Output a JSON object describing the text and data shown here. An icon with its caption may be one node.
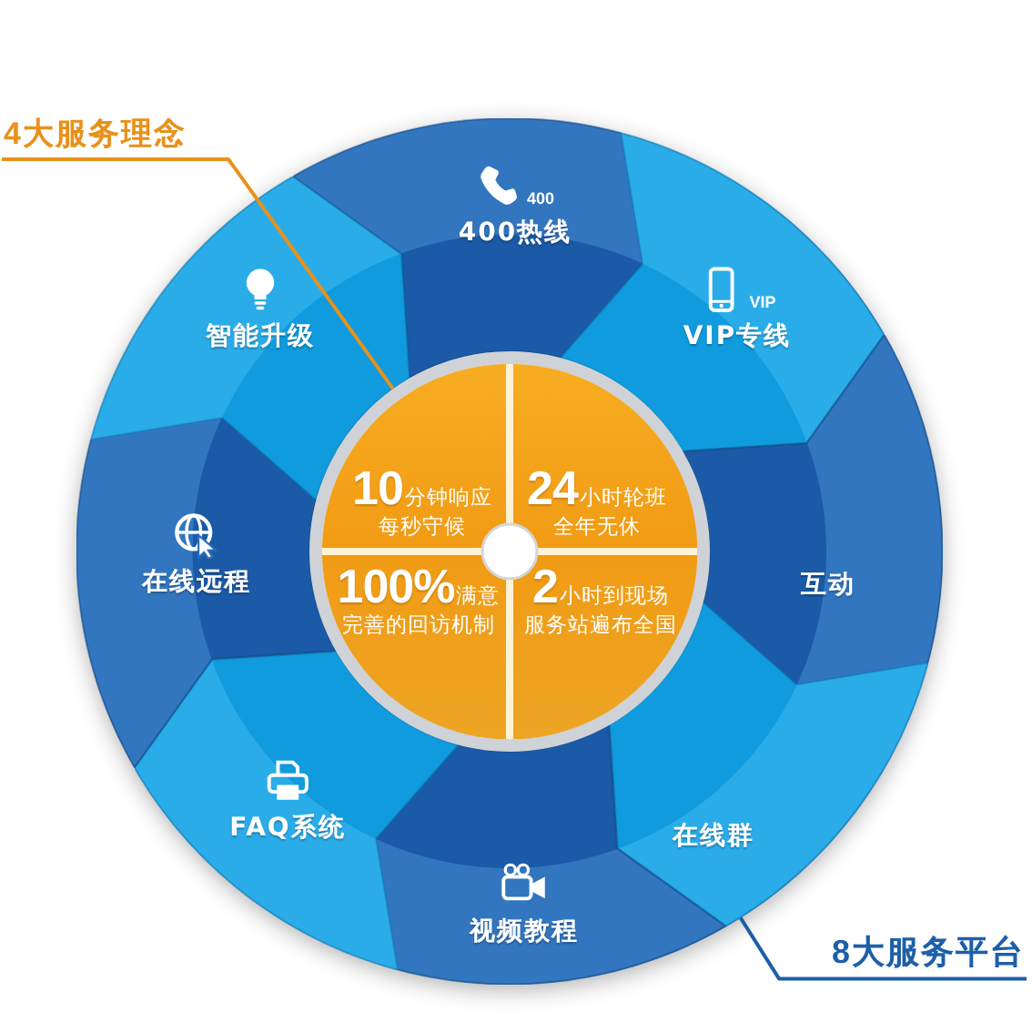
{
  "diagram": {
    "nodes": [
      {
        "text": [
          "4大服务理念"
        ]
      },
      {
        "text": [],
        "shape": "circle"
      },
      {
        "text": [
          "400",
          "400热线"
        ],
        "in": 1
      },
      {
        "text": [
          "VIP",
          "VIP专线"
        ],
        "in": 1
      },
      {
        "text": [
          "互动"
        ],
        "in": 1
      },
      {
        "text": [
          "在线群"
        ],
        "in": 1
      },
      {
        "text": [
          "视频教程"
        ],
        "in": 1
      },
      {
        "text": [
          "FAQ系统"
        ],
        "in": 1
      },
      {
        "text": [
          "在线远程"
        ],
        "in": 1
      },
      {
        "text": [
          "智能升级"
        ],
        "in": 1
      },
      {
        "text": [],
        "shape": "circle",
        "in": 1
      },
      {
        "text": [
          "10",
          "分钟响应",
          "每秒守候"
        ],
        "in": 10
      },
      {
        "text": [
          "24",
          "小时轮班",
          "全年无休"
        ],
        "in": 10
      },
      {
        "text": [
          "100%",
          "满意",
          "完善的回访机制"
        ],
        "in": 10
      },
      {
        "text": [
          "2",
          "小时到现场",
          "服务站遍布全国"
        ],
        "in": 10
      },
      {
        "text": [
          "8大服务平台"
        ]
      }
    ],
    "edges": [
      {
        "from": 0,
        "to": 10,
        "arrow": "none",
        "color": "#e8911a"
      },
      {
        "from": 15,
        "to": 1,
        "arrow": "none",
        "color": "#1d5fa8"
      }
    ]
  }
}
